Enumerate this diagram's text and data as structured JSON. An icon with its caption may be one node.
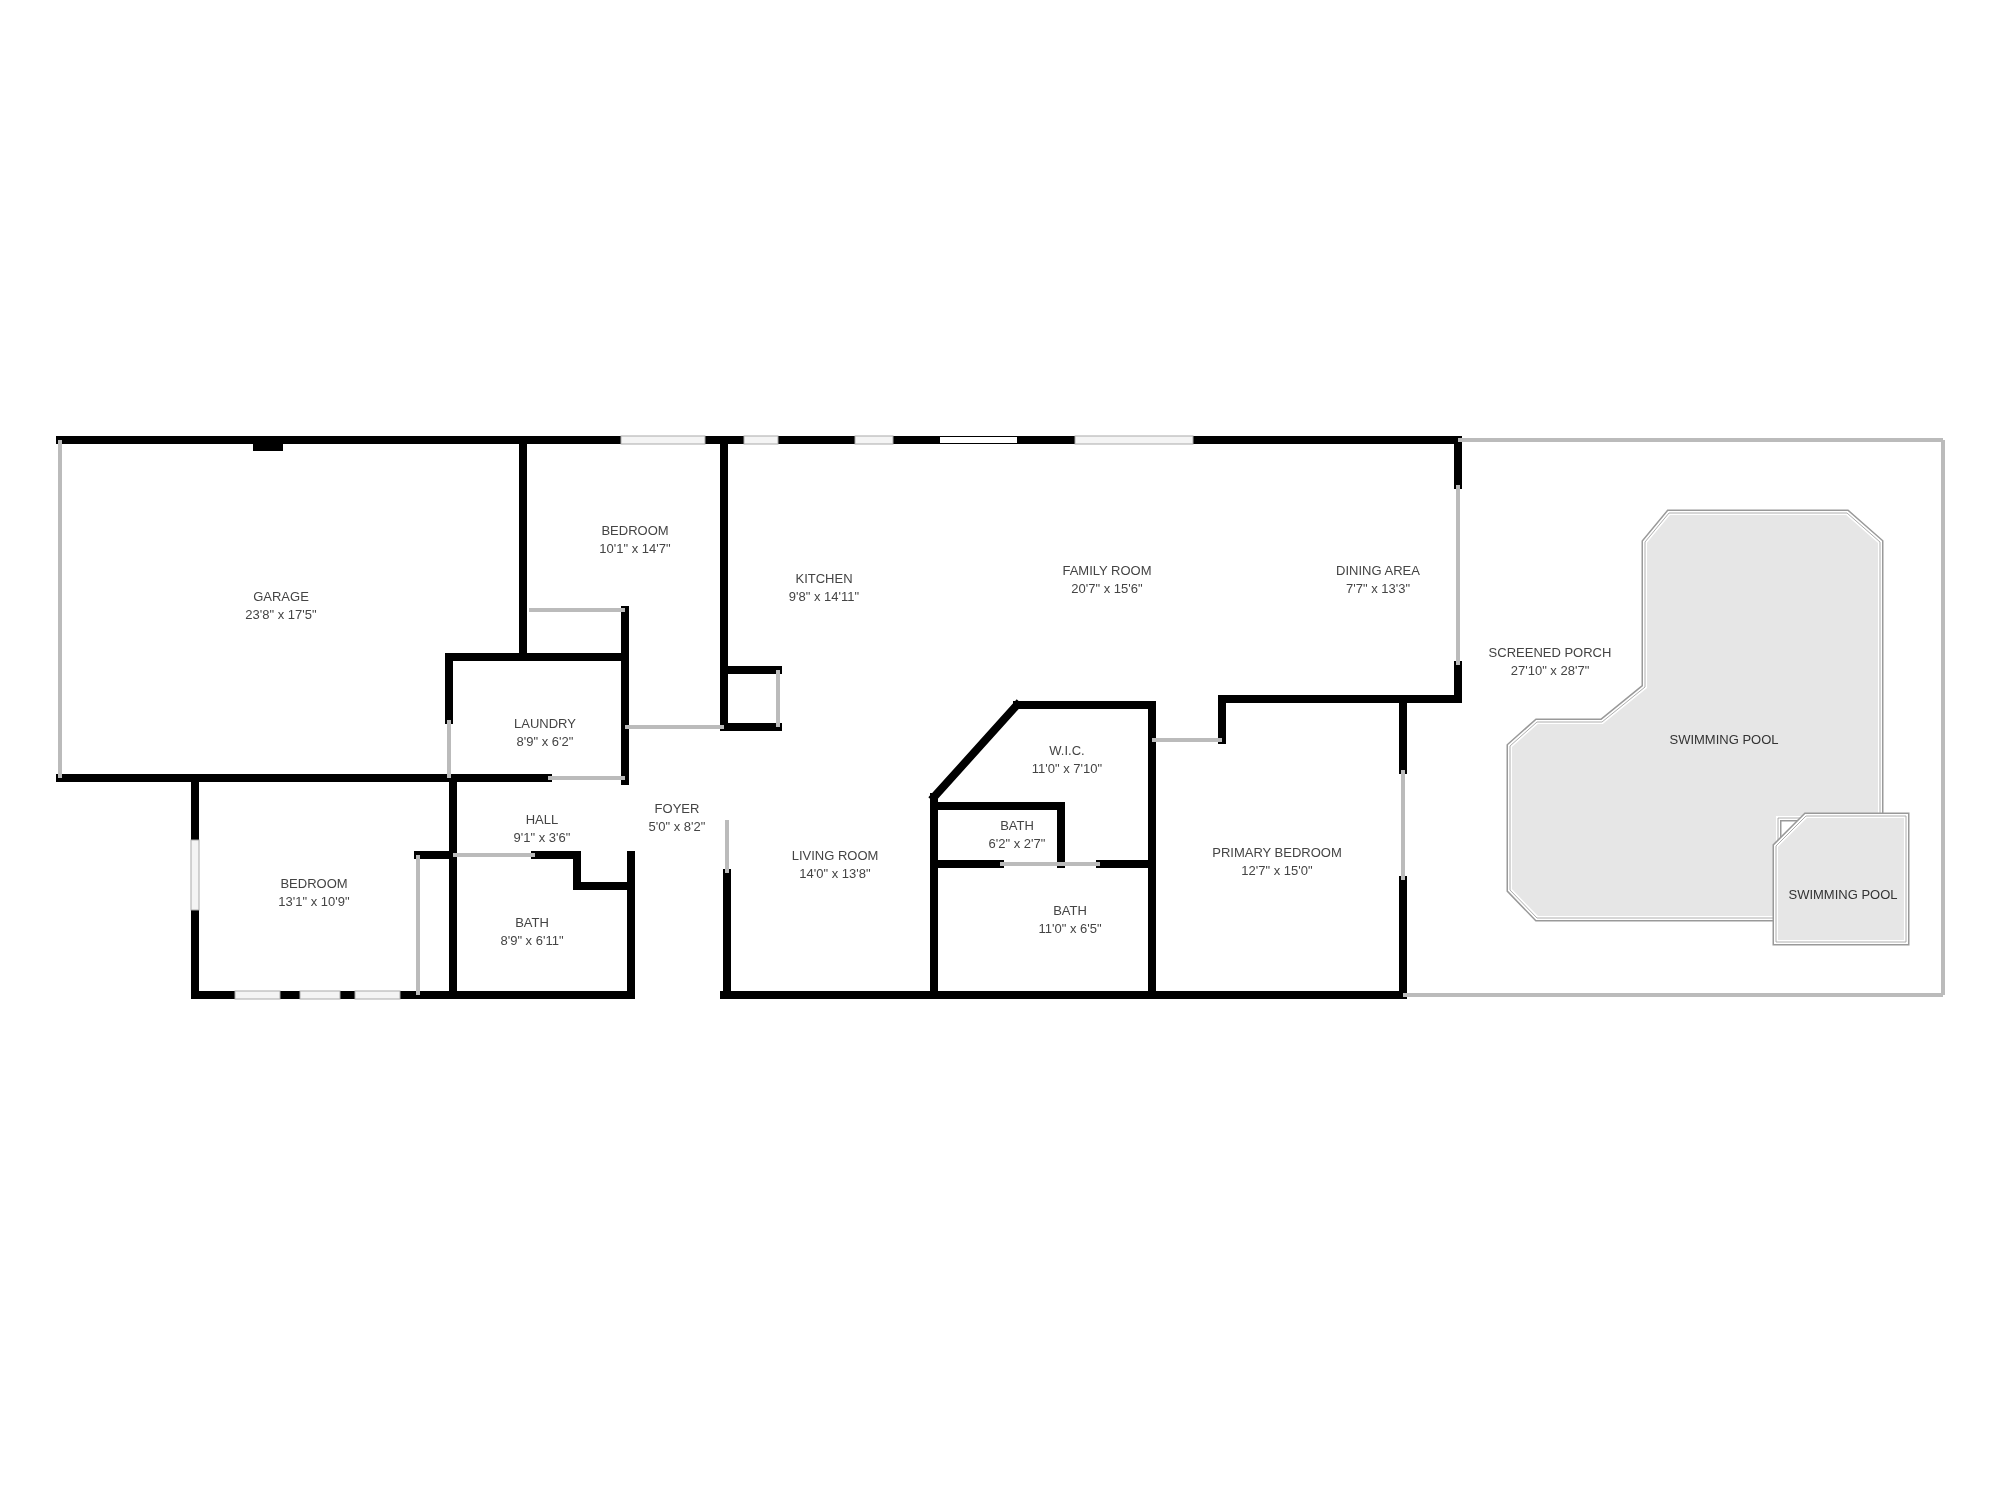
{
  "diagram": {
    "nodes": [
      {
        "text": [
          "SWIMMING POOL"
        ]
      },
      {
        "text": [
          "SWIMMING POOL"
        ]
      }
    ],
    "edges": [],
    "labels": [
      "GARAGE",
      "23'8\" x 17'5\"",
      "BEDROOM",
      "10'1\" x 14'7\"",
      "KITCHEN",
      "9'8\" x 14'11\"",
      "FAMILY ROOM",
      "20'7\" x 15'6\"",
      "DINING AREA",
      "7'7\" x 13'3\"",
      "SCREENED PORCH",
      "27'10\" x 28'7\"",
      "LAUNDRY",
      "8'9\" x 6'2\"",
      "W.I.C.",
      "11'0\" x 7'10\"",
      "FOYER",
      "5'0\" x 8'2\"",
      "HALL",
      "9'1\" x 3'6\"",
      "BATH",
      "6'2\" x 2'7\"",
      "PRIMARY BEDROOM",
      "12'7\" x 15'0\"",
      "LIVING ROOM",
      "14'0\" x 13'8\"",
      "BEDROOM",
      "13'1\" x 10'9\"",
      "BATH",
      "11'0\" x 6'5\"",
      "BATH",
      "8'9\" x 6'11\""
    ]
  }
}
